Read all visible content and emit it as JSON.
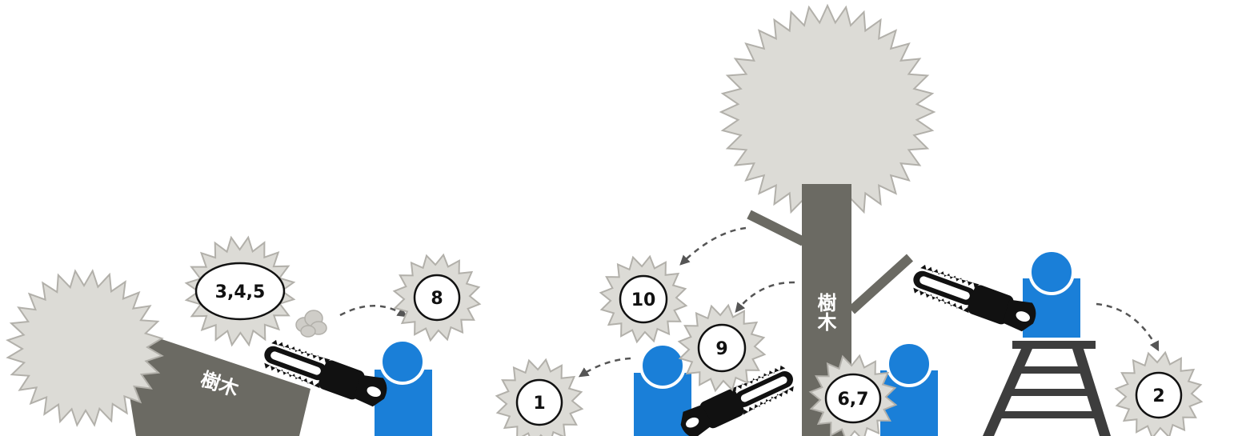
{
  "colors": {
    "foliage": "#dcdbd6",
    "foliage_stroke": "#b2b0aa",
    "trunk": "#6b6a63",
    "worker": "#1a7fd8",
    "chainsaw": "#111111",
    "ladder": "#3d3d3d",
    "arrow": "#555555",
    "badge_fill": "#ffffff"
  },
  "tree_label": "樹木",
  "felled_tree_label": "樹木",
  "hazards": [
    {
      "id": "h1",
      "label": "1"
    },
    {
      "id": "h2",
      "label": "2"
    },
    {
      "id": "h345",
      "label": "3,4,5"
    },
    {
      "id": "h67",
      "label": "6,7"
    },
    {
      "id": "h8",
      "label": "8"
    },
    {
      "id": "h9",
      "label": "9"
    },
    {
      "id": "h10",
      "label": "10"
    }
  ],
  "icons": [
    "tree-icon",
    "felled-tree-icon",
    "worker-icon",
    "chainsaw-icon",
    "ladder-icon",
    "dust-cloud-icon",
    "dashed-arrow-icon"
  ]
}
